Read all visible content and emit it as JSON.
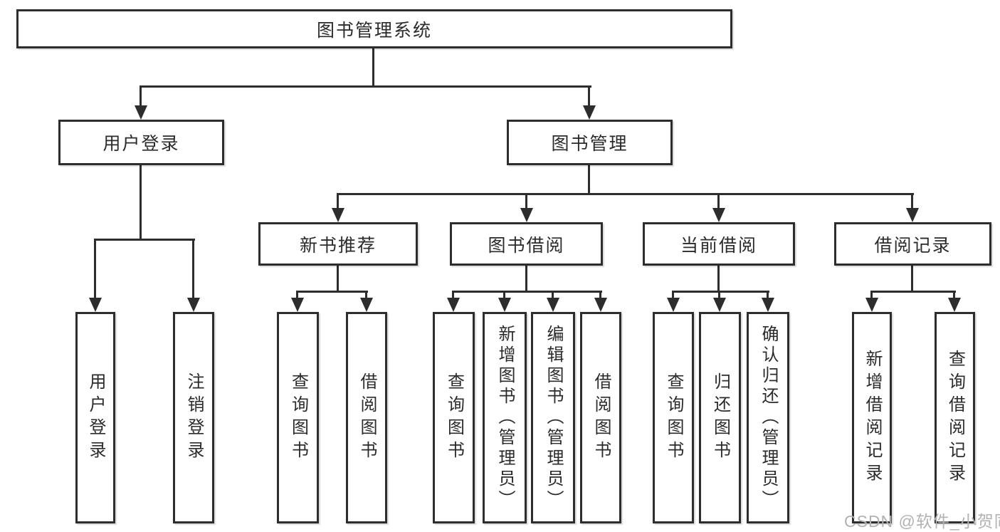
{
  "tree": {
    "root": {
      "label": "图书管理系统"
    },
    "branches": [
      {
        "label": "用户登录",
        "children": [
          {
            "label": "用户登录"
          },
          {
            "label": "注销登录"
          }
        ]
      },
      {
        "label": "图书管理",
        "children": [
          {
            "label": "新书推荐",
            "children": [
              {
                "label": "查询图书"
              },
              {
                "label": "借阅图书"
              }
            ]
          },
          {
            "label": "图书借阅",
            "children": [
              {
                "label": "查询图书"
              },
              {
                "label": "新增图书（管理员）"
              },
              {
                "label": "编辑图书（管理员）"
              },
              {
                "label": "借阅图书"
              }
            ]
          },
          {
            "label": "当前借阅",
            "children": [
              {
                "label": "查询图书"
              },
              {
                "label": "归还图书"
              },
              {
                "label": "确认归还（管理员）"
              }
            ]
          },
          {
            "label": "借阅记录",
            "children": [
              {
                "label": "新增借阅记录"
              },
              {
                "label": "查询借阅记录"
              }
            ]
          }
        ]
      }
    ]
  },
  "watermark": {
    "text": "CSDN @软件_小贺同学"
  },
  "colors": {
    "line": "#2d2d2d",
    "text": "#2b2b2b",
    "watermark": "#b2b2b2",
    "background": "#ffffff"
  }
}
